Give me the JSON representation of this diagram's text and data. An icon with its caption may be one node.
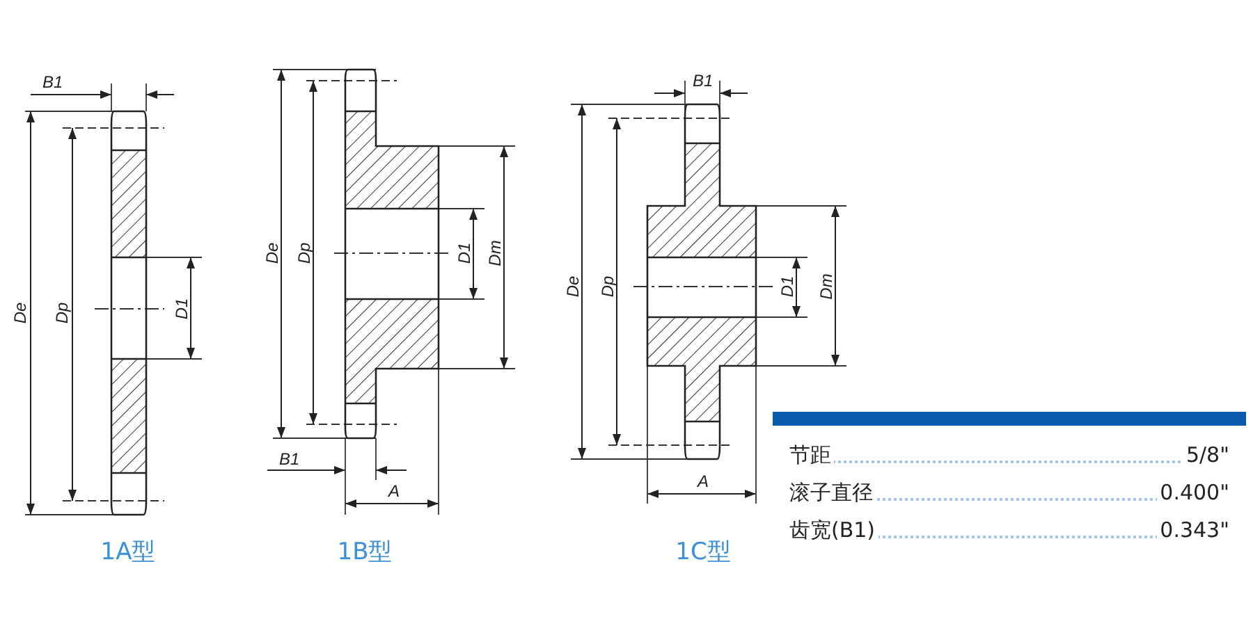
{
  "diagram": {
    "labels": [
      "B1",
      "De",
      "Dp",
      "D1",
      "De",
      "Dp",
      "D1",
      "Dm",
      "B1",
      "A",
      "B1",
      "De",
      "Dp",
      "D1",
      "Dm",
      "A",
      "节距",
      "5/8\"",
      "滚子直径",
      "0.400\"",
      "齿宽(B1)",
      "0.343\"",
      "1A型",
      "1B型",
      "1C型"
    ]
  }
}
